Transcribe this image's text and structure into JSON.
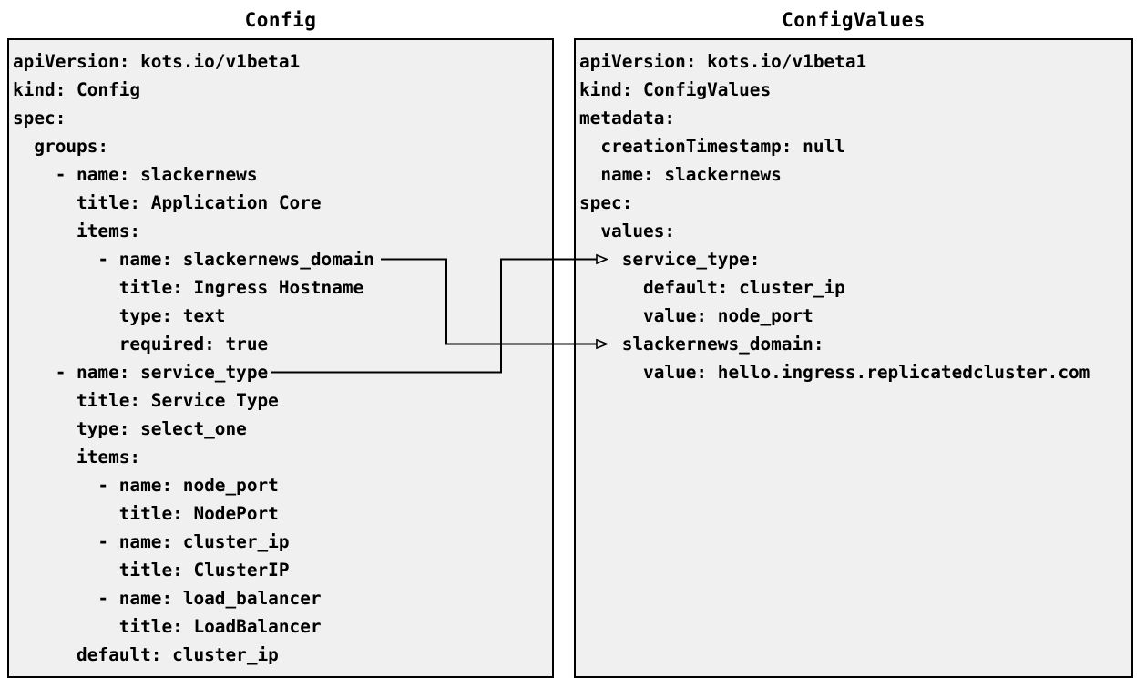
{
  "left_panel": {
    "title": "Config",
    "content_type": "yaml",
    "code_lines": [
      "apiVersion: kots.io/v1beta1",
      "kind: Config",
      "spec:",
      "  groups:",
      "    - name: slackernews",
      "      title: Application Core",
      "      items:",
      "        - name: slackernews_domain",
      "          title: Ingress Hostname",
      "          type: text",
      "          required: true",
      "    - name: service_type",
      "      title: Service Type",
      "      type: select_one",
      "      items:",
      "        - name: node_port",
      "          title: NodePort",
      "        - name: cluster_ip",
      "          title: ClusterIP",
      "        - name: load_balancer",
      "          title: LoadBalancer",
      "      default: cluster_ip"
    ]
  },
  "right_panel": {
    "title": "ConfigValues",
    "content_type": "yaml",
    "code_lines": [
      "apiVersion: kots.io/v1beta1",
      "kind: ConfigValues",
      "metadata:",
      "  creationTimestamp: null",
      "  name: slackernews",
      "spec:",
      "  values:",
      "    service_type:",
      "      default: cluster_ip",
      "      value: node_port",
      "    slackernews_domain:",
      "      value: hello.ingress.replicatedcluster.com"
    ]
  },
  "arrows": [
    {
      "from": "Config item name: slackernews_domain",
      "to": "ConfigValues spec.values slackernews_domain:",
      "style": "elbow, right-pointing open arrowhead"
    },
    {
      "from": "Config item name: service_type",
      "to": "ConfigValues spec.values service_type:",
      "style": "elbow, right-pointing open arrowhead"
    }
  ],
  "colors": {
    "page_background": "#ffffff",
    "panel_background": "#f0f0f0",
    "panel_border": "#000000",
    "text": "#000000",
    "arrow": "#000000"
  }
}
